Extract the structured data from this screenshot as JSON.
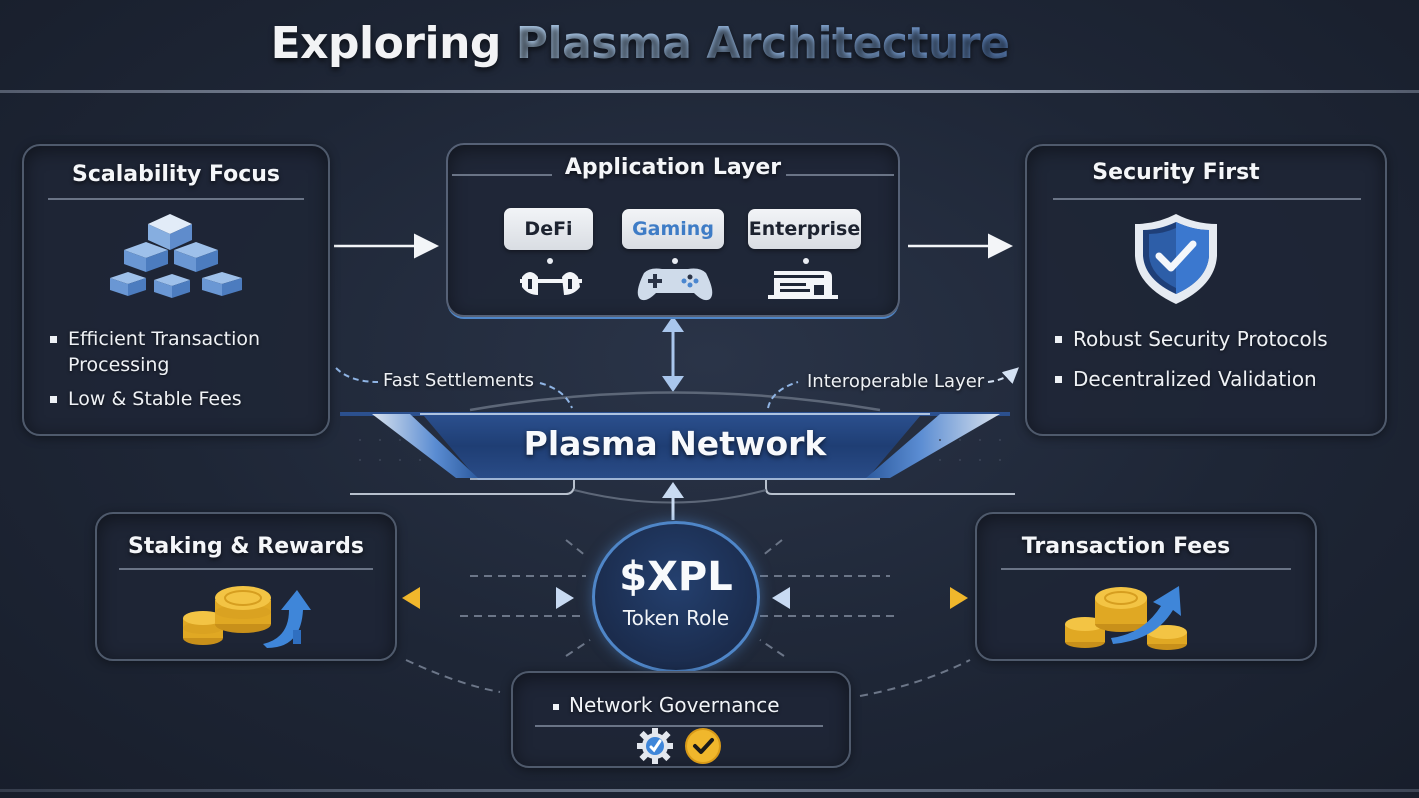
{
  "header": {
    "title_white": "Exploring",
    "title_blue": "Plasma Architecture"
  },
  "scalability": {
    "title": "Scalability Focus",
    "icon": "stacked-blocks-icon",
    "bullets": [
      "Efficient Transaction Processing",
      "Low & Stable Fees"
    ]
  },
  "application_layer": {
    "title": "Application Layer",
    "apps": [
      {
        "label": "DeFi",
        "icon": "defi-connector-icon",
        "highlight": false
      },
      {
        "label": "Gaming",
        "icon": "gamepad-icon",
        "highlight": true
      },
      {
        "label": "Enterprise",
        "icon": "enterprise-building-icon",
        "highlight": false
      }
    ]
  },
  "security": {
    "title": "Security First",
    "icon": "shield-check-icon",
    "bullets": [
      "Robust Security Protocols",
      "Decentralized Validation"
    ]
  },
  "network": {
    "title": "Plasma Network",
    "left_label": "Fast Settlements",
    "right_label": "Interoperable Layer"
  },
  "token": {
    "symbol": "$XPL",
    "subtitle": "Token Role"
  },
  "staking": {
    "title": "Staking & Rewards",
    "icon": "coins-growth-icon"
  },
  "fees": {
    "title": "Transaction Fees",
    "icon": "coins-arrow-icon"
  },
  "governance": {
    "label": "Network Governance",
    "icons": [
      "gear-icon",
      "check-badge-icon"
    ]
  },
  "colors": {
    "background": "#1e2636",
    "accent_blue": "#4f86c8",
    "gold": "#f0b72c",
    "panel_border": "#4f5a6c"
  }
}
